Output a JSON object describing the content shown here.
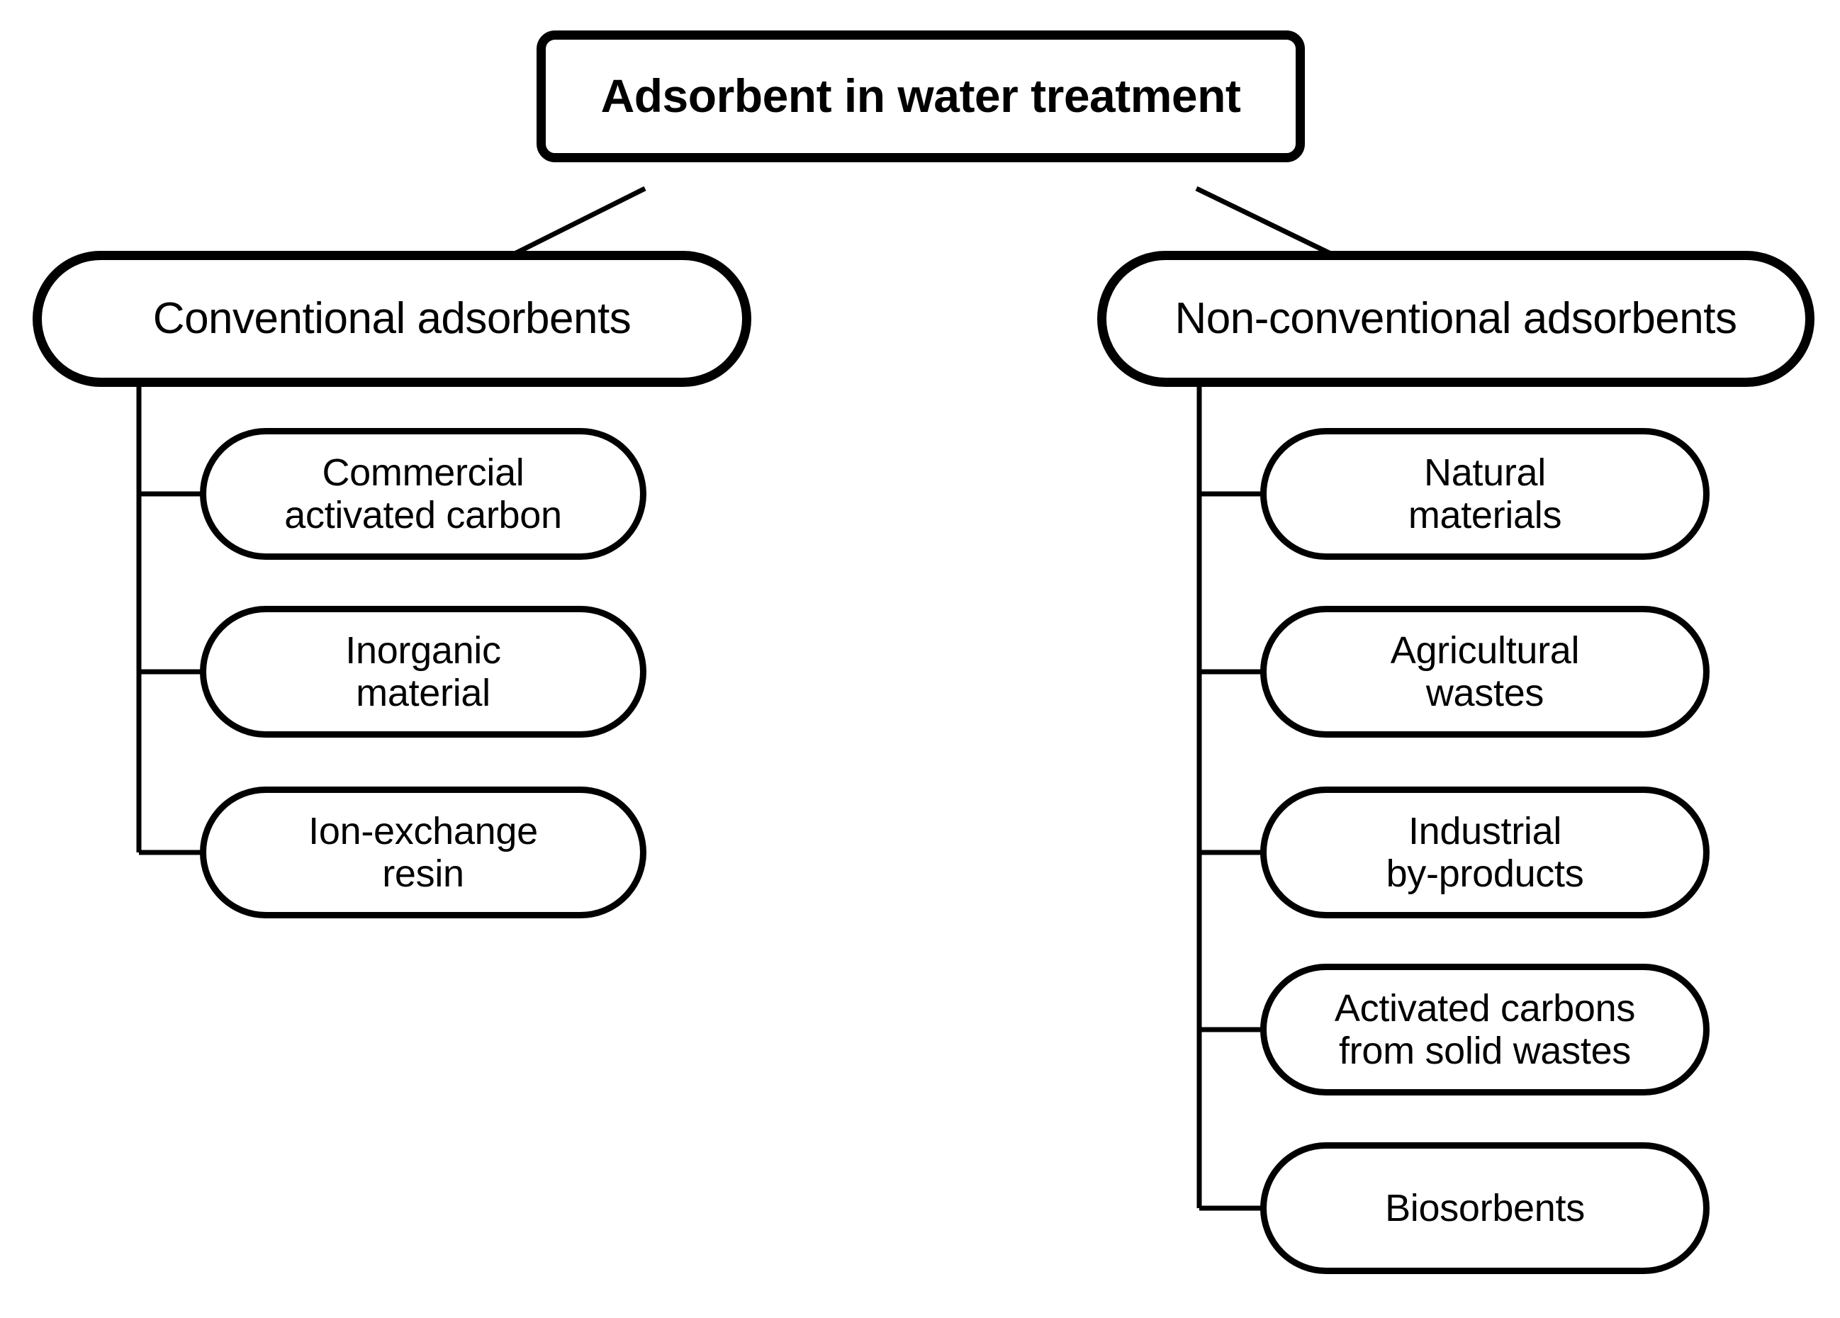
{
  "diagram": {
    "title": "Adsorbent in water treatment",
    "root": {
      "label": "Adsorbent in water treatment",
      "shape": "rounded-rectangle",
      "bold": true
    },
    "branches": [
      {
        "id": "conventional",
        "label": "Conventional adsorbents",
        "shape": "stadium",
        "children": [
          {
            "id": "commercial-activated-carbon",
            "label": "Commercial\nactivated carbon"
          },
          {
            "id": "inorganic-material",
            "label": "Inorganic\nmaterial"
          },
          {
            "id": "ion-exchange-resin",
            "label": "Ion-exchange\nresin"
          }
        ]
      },
      {
        "id": "non-conventional",
        "label": "Non-conventional adsorbents",
        "shape": "stadium",
        "children": [
          {
            "id": "natural-materials",
            "label": "Natural\nmaterials"
          },
          {
            "id": "agricultural-wastes",
            "label": "Agricultural\nwastes"
          },
          {
            "id": "industrial-by-products",
            "label": "Industrial\nby-products"
          },
          {
            "id": "activated-carbons-from-solid-wastes",
            "label": "Activated carbons\nfrom solid wastes"
          },
          {
            "id": "biosorbents",
            "label": "Biosorbents"
          }
        ]
      }
    ],
    "colors": {
      "stroke": "#000000",
      "fill": "#ffffff",
      "text": "#000000"
    }
  }
}
